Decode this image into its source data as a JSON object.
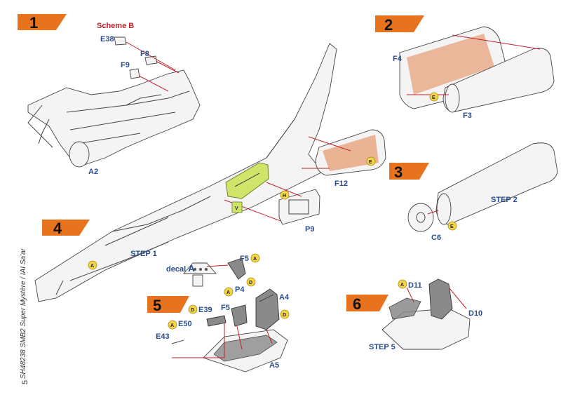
{
  "steps": [
    {
      "number": "1"
    },
    {
      "number": "2"
    },
    {
      "number": "3"
    },
    {
      "number": "4"
    },
    {
      "number": "5"
    },
    {
      "number": "6"
    }
  ],
  "scheme_label": "Scheme B",
  "step_refs": {
    "step1": "STEP 1",
    "step2": "STEP 2",
    "step5": "STEP 5"
  },
  "parts": {
    "e38": "E38",
    "f8": "F8",
    "f9": "F9",
    "a2": "A2",
    "f4": "F4",
    "f3": "F3",
    "f12": "F12",
    "c6": "C6",
    "p9": "P9",
    "f5_top": "F5",
    "p4": "P4",
    "a4": "A4",
    "e39": "E39",
    "f5_mid": "F5",
    "e50": "E50",
    "e43": "E43",
    "a5": "A5",
    "d11": "D11",
    "d10": "D10"
  },
  "decal": {
    "prefix": "decal",
    "letter": "A"
  },
  "paint_codes": {
    "a": "A",
    "e": "E",
    "h": "H",
    "d": "D",
    "v": "V"
  },
  "side_text": "SH48238 SMB2 Super Mystère / IAI Sa'ar",
  "page_number": "5",
  "colors": {
    "step_badge": "#e8731f",
    "label_blue": "#2a4d8f",
    "arrow_red": "#c0212a",
    "interior_green": "#cfe56a",
    "copper": "#e7a37c"
  }
}
